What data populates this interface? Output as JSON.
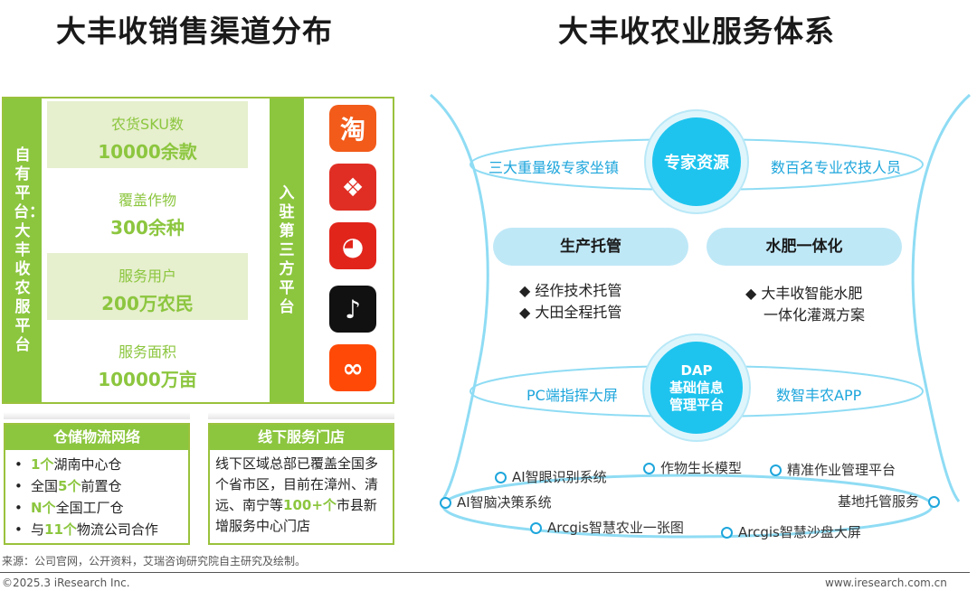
{
  "left_title": "大丰收销售渠道分布",
  "right_title": "大丰收农业服务体系",
  "left": {
    "own_platform_label": "自有平台：大丰收农服平台",
    "stats": [
      {
        "label": "农货SKU数",
        "value": "10000余款"
      },
      {
        "label": "覆盖作物",
        "value": "300余种"
      },
      {
        "label": "服务用户",
        "value": "200万农民"
      },
      {
        "label": "服务面积",
        "value": "10000万亩"
      }
    ],
    "third_party_label": "入驻第三方平台",
    "apps": [
      {
        "icon": "taobao-icon",
        "glyph": "淘",
        "color": "#f25b1a"
      },
      {
        "icon": "pinduoduo-icon",
        "glyph": "❖",
        "color": "#e02e24"
      },
      {
        "icon": "jd-icon",
        "glyph": "◕",
        "color": "#e1251b"
      },
      {
        "icon": "douyin-icon",
        "glyph": "♪",
        "color": "#111111"
      },
      {
        "icon": "kuaishou-icon",
        "glyph": "∞",
        "color": "#ff4906"
      }
    ],
    "warehouse": {
      "title": "仓储物流网络",
      "items": [
        {
          "pre": "",
          "hl": "1个",
          "post": "湖南中心仓"
        },
        {
          "pre": "全国",
          "hl": "5个",
          "post": "前置仓"
        },
        {
          "pre": "",
          "hl": "N个",
          "post": "全国工厂仓"
        },
        {
          "pre": "与",
          "hl": "11个",
          "post": "物流公司合作"
        }
      ]
    },
    "offline": {
      "title": "线下服务门店",
      "text_a": "线下区域总部已覆盖全国多个省市区，目前在漳州、清远、南宁等",
      "text_hl": "100+个",
      "text_b": "市县新增服务中心门店"
    }
  },
  "right": {
    "expert_circle": "专家资源",
    "expert_left": "三大重量级专家坐镇",
    "expert_right": "数百名专业农技人员",
    "pill_left": "生产托管",
    "pill_right": "水肥一体化",
    "left_items": [
      "◆ 经作技术托管",
      "◆ 大田全程托管"
    ],
    "right_item_line1": "◆ 大丰收智能水肥",
    "right_item_line2": "一体化灌溉方案",
    "dap_circle_1": "DAP",
    "dap_circle_2": "基础信息",
    "dap_circle_3": "管理平台",
    "dap_left": "PC端指挥大屏",
    "dap_right": "数智丰农APP",
    "nodes": [
      "AI智眼识别系统",
      "作物生长模型",
      "精准作业管理平台",
      "AI智脑决策系统",
      "基地托管服务",
      "Arcgis智慧农业一张图",
      "Arcgis智慧沙盘大屏"
    ]
  },
  "source": "来源：公司官网，公开资料，艾瑞咨询研究院自主研究及绘制。",
  "copyright": "©2025.3 iResearch Inc.",
  "website": "www.iresearch.com.cn"
}
